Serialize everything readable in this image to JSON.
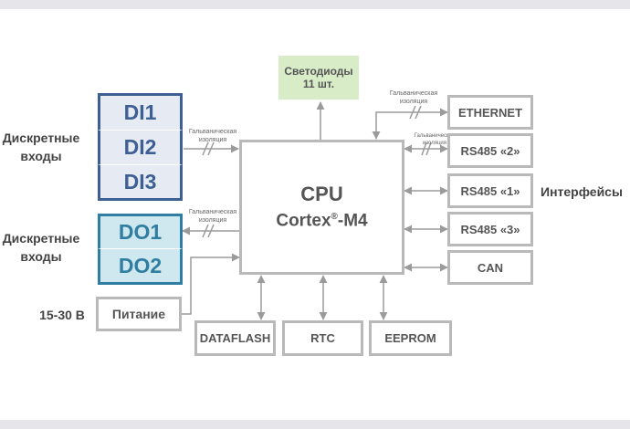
{
  "cpu": {
    "title": "CPU",
    "core": "Cortex",
    "reg": "®",
    "model": "-M4"
  },
  "leds": {
    "line1": "Светодиоды",
    "line2": "11 шт."
  },
  "discrete_inputs": {
    "label_line1": "Дискретные",
    "label_line2": "входы",
    "items": [
      "DI1",
      "DI2",
      "DI3"
    ]
  },
  "discrete_outputs": {
    "label_line1": "Дискретные",
    "label_line2": "входы",
    "items": [
      "DO1",
      "DO2"
    ]
  },
  "power": {
    "voltage": "15-30 В",
    "label": "Питание"
  },
  "interfaces": {
    "label": "Интерфейсы",
    "items": [
      "ETHERNET",
      "RS485 «2»",
      "RS485 «1»",
      "RS485 «3»",
      "CAN"
    ]
  },
  "memory": [
    "DATAFLASH",
    "RTC",
    "EEPROM"
  ],
  "isolation": {
    "line1": "Гальваническая",
    "line2": "изоляция"
  },
  "colors": {
    "di_border": "#3e5f93",
    "di_fill": "#e6ebf3",
    "do_border": "#2f7ea1",
    "do_fill": "#cfe7ef",
    "led_fill": "#d8ecc8",
    "box_border": "#b9b9b9",
    "arrow": "#9b9b9b"
  }
}
